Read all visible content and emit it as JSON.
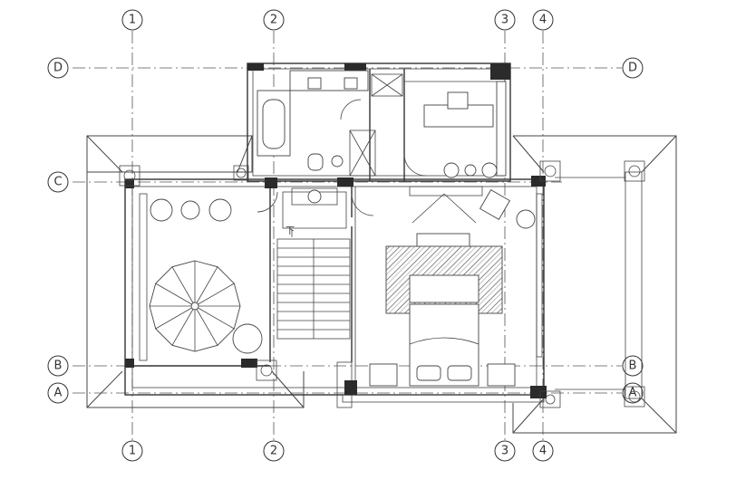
{
  "drawing": {
    "grid_labels": {
      "one": "1",
      "two": "2",
      "three": "3",
      "four": "4",
      "a": "A",
      "b": "B",
      "c": "C",
      "d": "D"
    },
    "stair_down_label": "下"
  }
}
